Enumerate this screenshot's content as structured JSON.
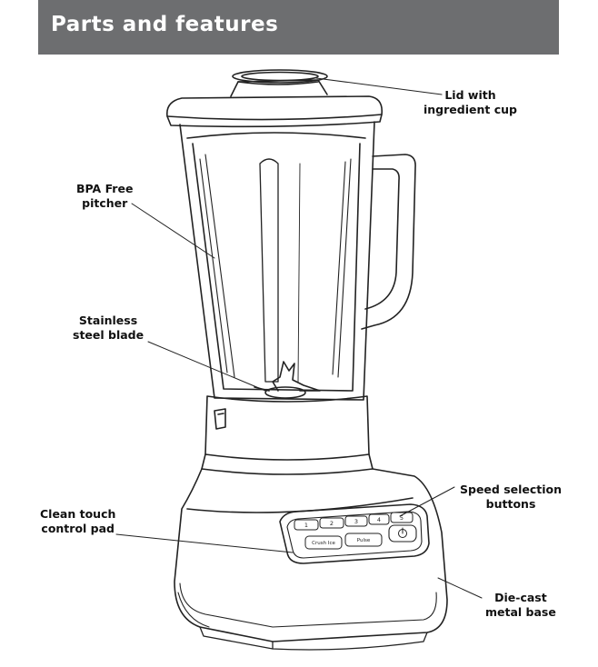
{
  "header": {
    "title": "Parts and features"
  },
  "labels": {
    "lid": {
      "line1": "Lid with",
      "line2": "ingredient cup"
    },
    "pitcher": {
      "line1": "BPA Free",
      "line2": "pitcher"
    },
    "blade": {
      "line1": "Stainless",
      "line2": "steel blade"
    },
    "speed": {
      "line1": "Speed selection",
      "line2": "buttons"
    },
    "control": {
      "line1": "Clean touch",
      "line2": "control pad"
    },
    "base": {
      "line1": "Die-cast",
      "line2": "metal base"
    }
  },
  "panel": {
    "speed_buttons": [
      "1",
      "2",
      "3",
      "4",
      "5"
    ],
    "lower_buttons": [
      "Crush Ice",
      "Pulse"
    ]
  }
}
